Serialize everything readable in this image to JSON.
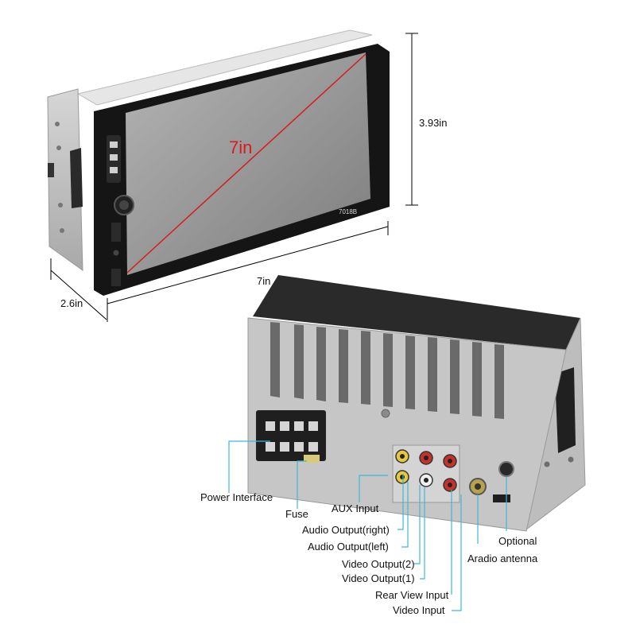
{
  "front_view": {
    "screen_diagonal": "7in",
    "width_dim": "7in",
    "height_dim": "3.93in",
    "depth_dim": "2.6in",
    "model_badge": "7018B"
  },
  "rear_view": {
    "callouts": [
      {
        "id": "power-interface",
        "label": "Power Interface"
      },
      {
        "id": "fuse",
        "label": "Fuse"
      },
      {
        "id": "aux-input",
        "label": "AUX Input"
      },
      {
        "id": "audio-output-right",
        "label": "Audio Output(right)"
      },
      {
        "id": "audio-output-left",
        "label": "Audio Output(left)"
      },
      {
        "id": "video-output-2",
        "label": "Video Output(2)"
      },
      {
        "id": "video-output-1",
        "label": "Video Output(1)"
      },
      {
        "id": "rear-view-input",
        "label": "Rear View Input"
      },
      {
        "id": "video-input",
        "label": "Video Input"
      },
      {
        "id": "optional",
        "label": "Optional"
      },
      {
        "id": "radio-antenna",
        "label": "Aradio antenna"
      }
    ]
  },
  "colors": {
    "callout_line": "#3fb8d6",
    "diagonal_line": "#d81b1b",
    "housing": "#c9c9c9",
    "bezel": "#1a1a1a",
    "screen": "#9a9a9a"
  }
}
